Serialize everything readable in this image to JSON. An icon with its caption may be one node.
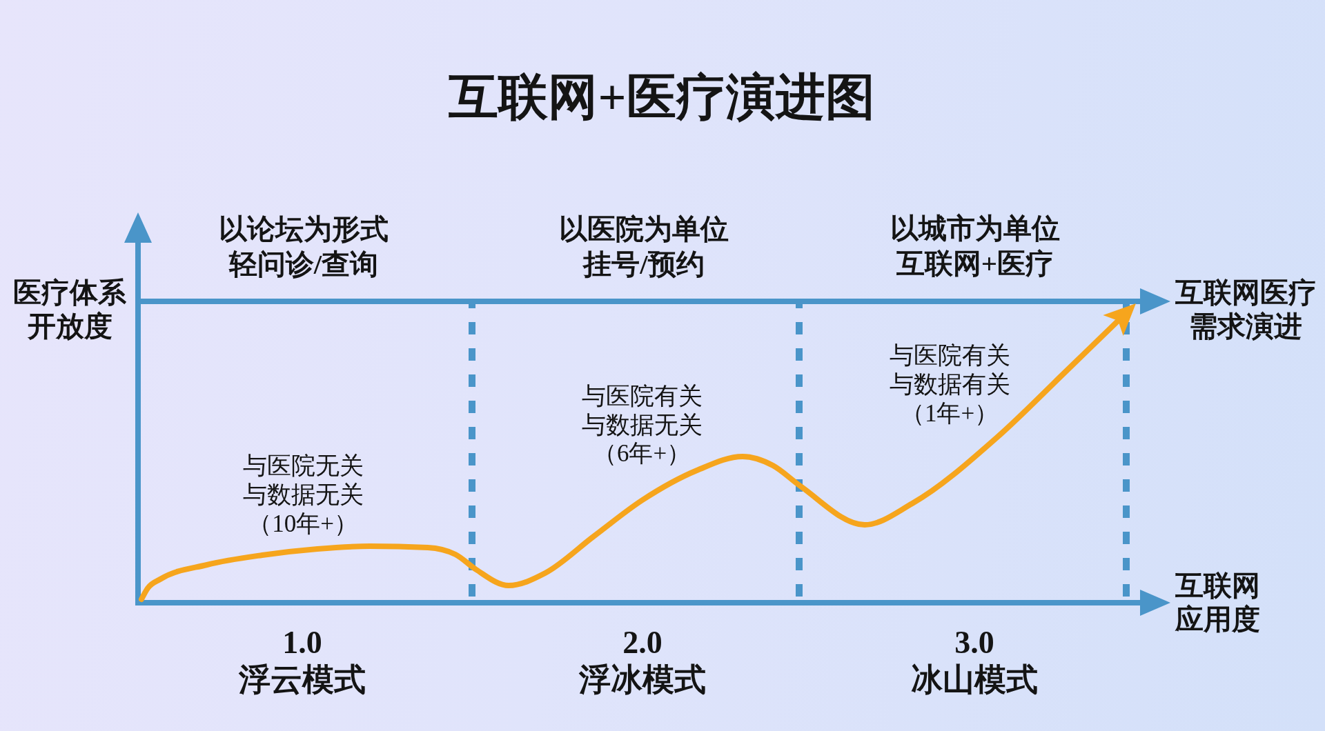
{
  "diagram": {
    "title": "互联网+医疗演进图",
    "labels": [
      "以论坛为形式",
      "轻问诊/查询",
      "以医院为单位",
      "挂号/预约",
      "以城市为单位",
      "互联网+医疗",
      "医疗体系开放度",
      "互联网医疗需求演进",
      "与医院有关",
      "与数据有关",
      "（1年+）",
      "与医院有关",
      "与数据无关",
      "（6年+）",
      "与医院无关",
      "与数据无关",
      "（10年+）",
      "互联网应用度",
      "1.0",
      "浮云模式",
      "2.0",
      "浮冰模式",
      "3.0",
      "冰山模式"
    ]
  }
}
